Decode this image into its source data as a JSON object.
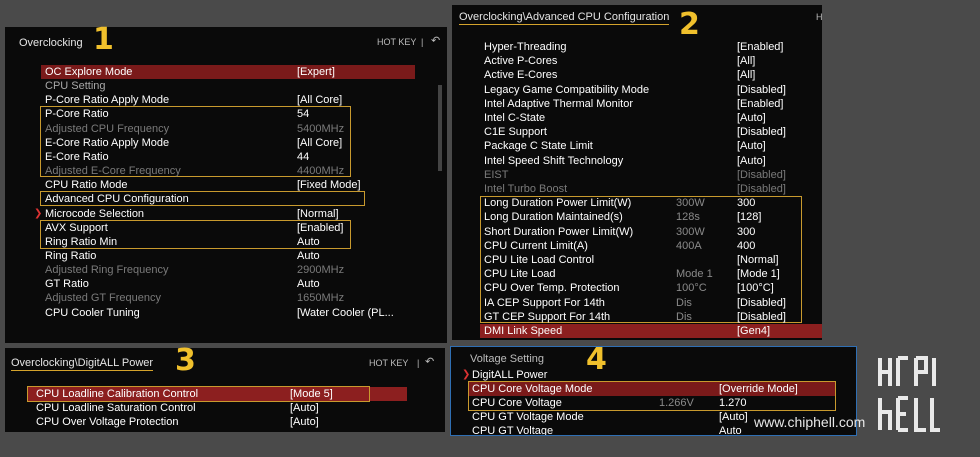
{
  "panel1": {
    "title": "Overclocking",
    "number": "1",
    "hotkey": "HOT KEY",
    "divider": "|",
    "rows": [
      {
        "label": "OC Explore Mode",
        "value": "[Expert]"
      },
      {
        "label": "CPU  Setting"
      },
      {
        "label": "P-Core Ratio Apply Mode",
        "value": "[All Core]"
      },
      {
        "label": "P-Core Ratio",
        "value": "54"
      },
      {
        "label": "Adjusted CPU Frequency",
        "value": "5400MHz"
      },
      {
        "label": "E-Core Ratio Apply Mode",
        "value": "[All Core]"
      },
      {
        "label": "E-Core Ratio",
        "value": "44"
      },
      {
        "label": "Adjusted E-Core Frequency",
        "value": "4400MHz"
      },
      {
        "label": "CPU Ratio Mode",
        "value": "[Fixed Mode]"
      },
      {
        "label": "Advanced CPU Configuration"
      },
      {
        "label": "Microcode Selection",
        "value": "[Normal]"
      },
      {
        "label": "AVX Support",
        "value": "[Enabled]"
      },
      {
        "label": "Ring Ratio Min",
        "value": "Auto"
      },
      {
        "label": "Ring Ratio",
        "value": "Auto"
      },
      {
        "label": "Adjusted Ring Frequency",
        "value": "2900MHz"
      },
      {
        "label": "GT Ratio",
        "value": "Auto"
      },
      {
        "label": "Adjusted GT Frequency",
        "value": "1650MHz"
      },
      {
        "label": "CPU Cooler Tuning",
        "value": "[Water Cooler (PL..."
      }
    ]
  },
  "panel2": {
    "title": "Overclocking\\Advanced CPU Configuration",
    "number": "2",
    "hotkey": "H",
    "rows": [
      {
        "label": "Hyper-Threading",
        "value": "[Enabled]"
      },
      {
        "label": "Active P-Cores",
        "value": "[All]"
      },
      {
        "label": "Active E-Cores",
        "value": "[All]"
      },
      {
        "label": "Legacy Game Compatibility Mode",
        "value": "[Disabled]"
      },
      {
        "label": "Intel Adaptive Thermal Monitor",
        "value": "[Enabled]"
      },
      {
        "label": "Intel C-State",
        "value": "[Auto]"
      },
      {
        "label": "C1E Support",
        "value": "[Disabled]"
      },
      {
        "label": "Package C State Limit",
        "value": "[Auto]"
      },
      {
        "label": "Intel Speed Shift Technology",
        "value": "[Auto]"
      },
      {
        "label": "EIST",
        "value": "[Disabled]"
      },
      {
        "label": "Intel Turbo Boost",
        "value": "[Disabled]"
      },
      {
        "label": "Long Duration Power Limit(W)",
        "default": "300W",
        "value": "300"
      },
      {
        "label": "Long Duration Maintained(s)",
        "default": "128s",
        "value": "[128]"
      },
      {
        "label": "Short Duration Power Limit(W)",
        "default": "300W",
        "value": "300"
      },
      {
        "label": "CPU Current Limit(A)",
        "default": "400A",
        "value": "400"
      },
      {
        "label": "CPU Lite Load Control",
        "value": "[Normal]"
      },
      {
        "label": "CPU Lite Load",
        "default": "Mode 1",
        "value": "[Mode 1]"
      },
      {
        "label": "CPU Over Temp. Protection",
        "default": "100°C",
        "value": "[100°C]"
      },
      {
        "label": "IA CEP Support For 14th",
        "default": "Dis",
        "value": "[Disabled]"
      },
      {
        "label": "GT CEP Support For 14th",
        "default": "Dis",
        "value": "[Disabled]"
      },
      {
        "label": "DMI Link Speed",
        "value": "[Gen4]"
      }
    ]
  },
  "panel3": {
    "title": "Overclocking\\DigitALL Power",
    "number": "3",
    "hotkey": "HOT KEY",
    "divider": "|",
    "rows": [
      {
        "label": "CPU Loadline Calibration Control",
        "value": "[Mode 5]"
      },
      {
        "label": "CPU Loadline Saturation Control",
        "value": "[Auto]"
      },
      {
        "label": "CPU Over Voltage Protection",
        "value": "[Auto]"
      }
    ]
  },
  "panel4": {
    "number": "4",
    "section": "Voltage  Setting",
    "rows": [
      {
        "label": "DigitALL Power"
      },
      {
        "label": "CPU Core Voltage Mode",
        "value": "[Override Mode]"
      },
      {
        "label": "CPU Core Voltage",
        "default": "1.266V",
        "value": "1.270"
      },
      {
        "label": "CPU GT Voltage Mode",
        "value": "[Auto]"
      },
      {
        "label": "CPU GT Voltage",
        "value": "Auto"
      }
    ]
  },
  "watermark": {
    "text": "www.chiphell.com"
  },
  "colors": {
    "highlight_border": "#c89a2e",
    "selected_bar": "#7a1a1a",
    "number": "#f0c02c",
    "panel4_border": "#2f6fb4"
  }
}
